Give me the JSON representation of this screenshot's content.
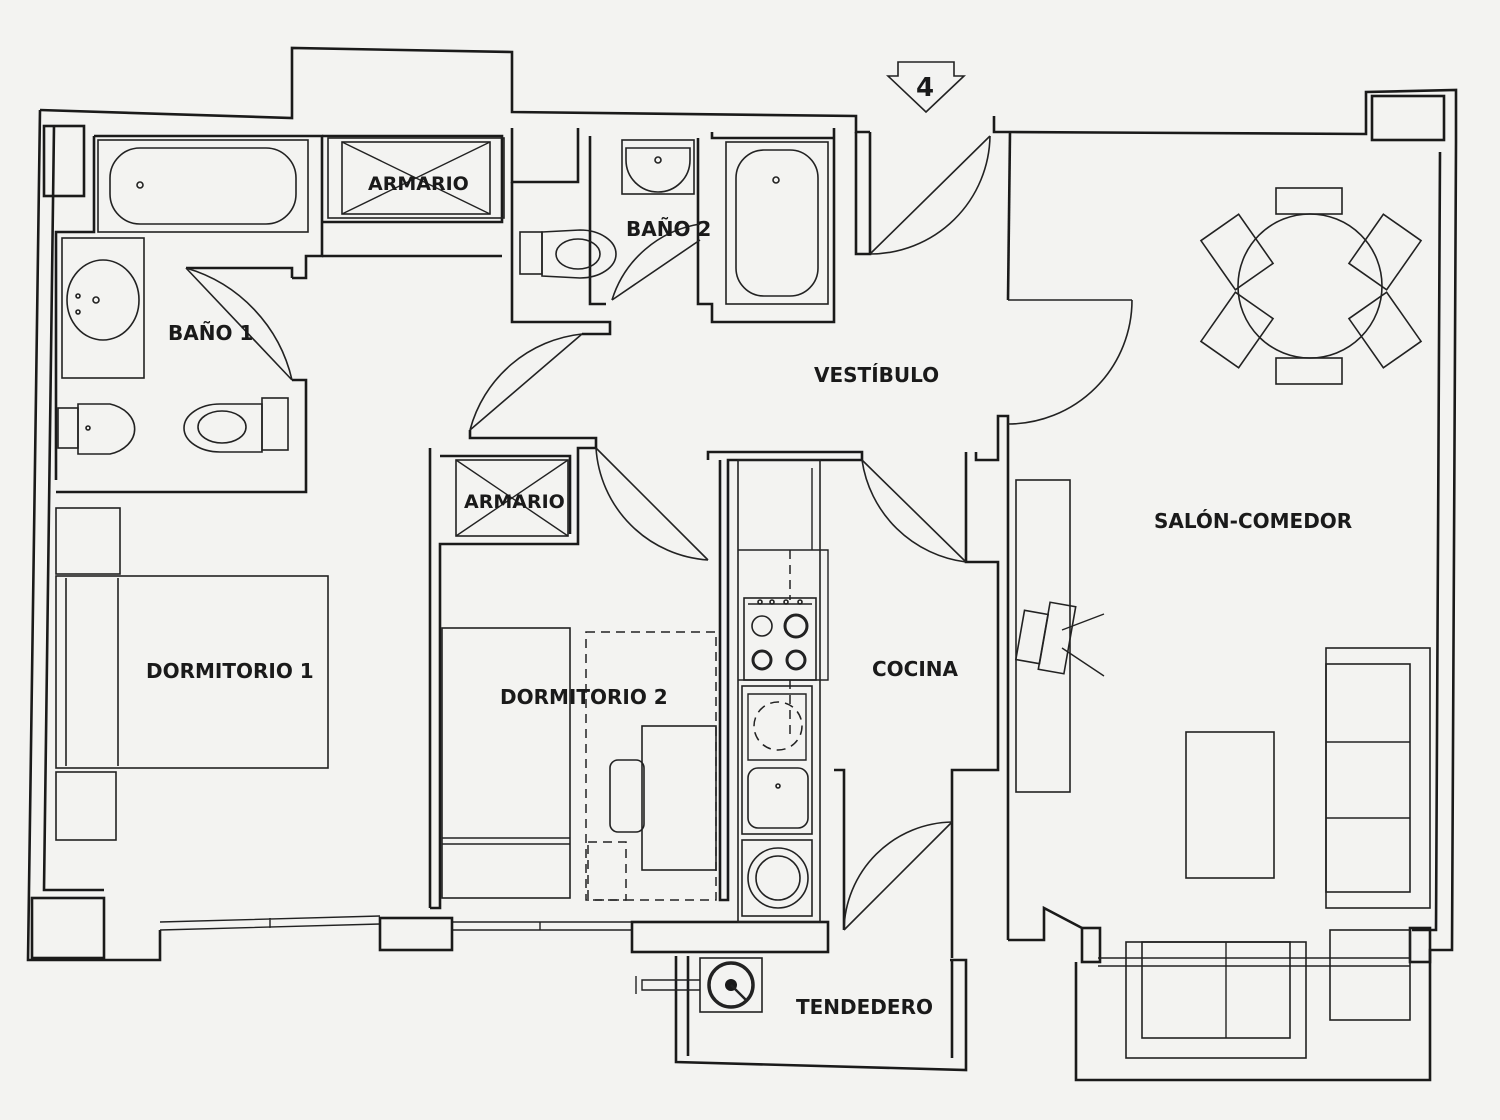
{
  "plan": {
    "north_marker": "4",
    "rooms": {
      "bano1": "BAÑO 1",
      "bano2": "BAÑO 2",
      "armario1": "ARMARIO",
      "armario2": "ARMARIO",
      "vestibulo": "VESTÍBULO",
      "salon": "SALÓN-COMEDOR",
      "dormitorio1": "DORMITORIO 1",
      "dormitorio2": "DORMITORIO 2",
      "cocina": "COCINA",
      "tendedero": "TENDEDERO"
    }
  }
}
